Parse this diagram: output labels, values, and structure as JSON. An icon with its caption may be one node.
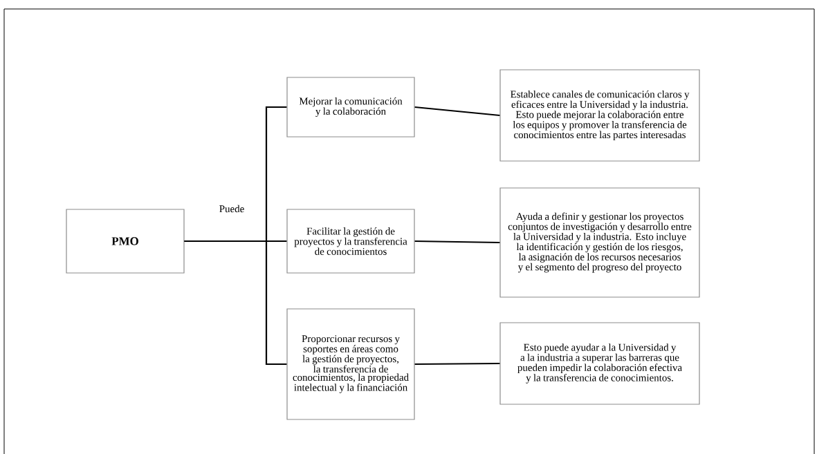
{
  "diagram": {
    "nodes": [
      {
        "text": [
          "PMO"
        ]
      },
      {
        "text": [
          "Mejorar la comunicación y la colaboración"
        ]
      },
      {
        "text": [
          "Establece canales de comunicación claros y eficaces entre la Universidad y la industria. Esto puede mejorar la colaboración entre los equipos y promover la transferencia de conocimientos entre las partes interesadas"
        ]
      },
      {
        "text": [
          "Facilitar  la gestión de proyectos y la transferencia de conocimientos"
        ]
      },
      {
        "text": [
          "Ayuda a definir y gestionar los proyectos conjuntos de investigación y desarrollo entre la Universidad y la industria. Esto incluye la identificación y gestión de los riesgos, la asignación de los recursos necesarios y el segmento del progreso del proyecto"
        ]
      },
      {
        "text": [
          "Proporcionar recursos y soportes en áreas como la gestión de proyectos, la transferencia de conocimientos, la propiedad intelectual y la financiación"
        ]
      },
      {
        "text": [
          "Esto puede ayudar a la Universidad y a la industria a superar las barreras que pueden impedir la colaboración efectiva y la transferencia de conocimientos."
        ]
      }
    ],
    "edges": [
      {
        "from": 0,
        "to": 1,
        "arrow": "none"
      },
      {
        "from": 0,
        "to": 3,
        "arrow": "none",
        "label": "Puede"
      },
      {
        "from": 0,
        "to": 5,
        "arrow": "none"
      },
      {
        "from": 1,
        "to": 2,
        "arrow": "none"
      },
      {
        "from": 3,
        "to": 4,
        "arrow": "none"
      },
      {
        "from": 5,
        "to": 6,
        "arrow": "none"
      }
    ]
  }
}
